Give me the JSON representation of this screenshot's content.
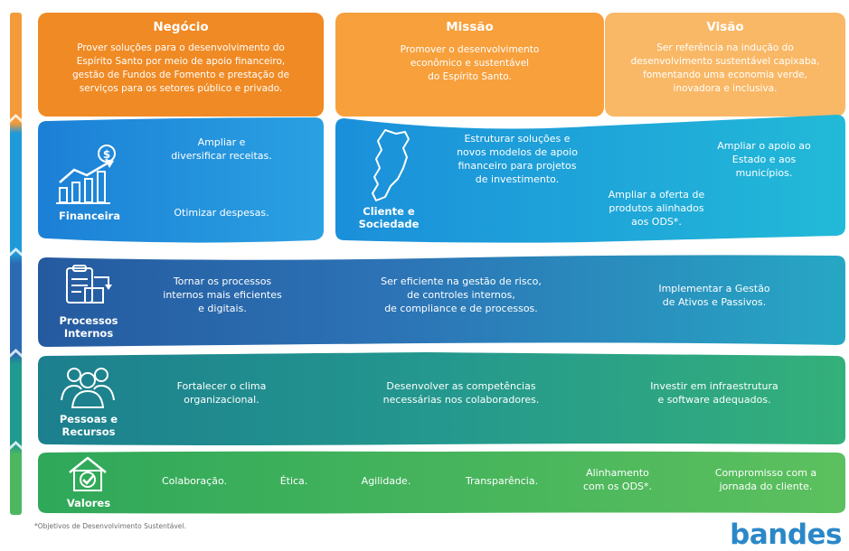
{
  "top": {
    "negocio": {
      "title": "Negócio",
      "text": "Prover soluções para o desenvolvimento do\nEspírito Santo por meio de apoio financeiro,\ngestão de Fundos de Fomento e prestação de\nserviços para os setores público e privado."
    },
    "missao": {
      "title": "Missão",
      "text": "Promover o desenvolvimento\neconômico e sustentável\ndo Espírito Santo."
    },
    "visao": {
      "title": "Visão",
      "text": "Ser referência na indução do\ndesenvolvimento sustentável capixaba,\nfomentando uma economia verde,\ninovadora e inclusiva."
    }
  },
  "financeira": {
    "label": "Financeira",
    "icon": "financial-chart-icon",
    "items": [
      "Ampliar e\ndiversificar receitas.",
      "Otimizar despesas."
    ]
  },
  "cliente": {
    "label": "Cliente e\nSociedade",
    "icon": "espirito-santo-map-icon",
    "items": [
      "Estruturar soluções e\nnovos modelos de apoio\nfinanceiro para projetos\nde investimento.",
      "Ampliar o apoio ao\nEstado e aos\nmunicípios.",
      "Ampliar a oferta de\nprodutos alinhados\naos ODS*."
    ]
  },
  "processos": {
    "label": "Processos\nInternos",
    "icon": "clipboard-process-icon",
    "items": [
      "Tornar os processos\ninternos mais eficientes\ne digitais.",
      "Ser eficiente na gestão de risco,\nde controles internos,\nde compliance e de processos.",
      "Implementar a Gestão\nde Ativos e Passivos."
    ]
  },
  "pessoas": {
    "label": "Pessoas e\nRecursos",
    "icon": "people-group-icon",
    "items": [
      "Fortalecer o clima\norganizacional.",
      "Desenvolver as competências\nnecessárias nos colaboradores.",
      "Investir em infraestrutura\ne software adequados."
    ]
  },
  "valores": {
    "label": "Valores",
    "icon": "house-check-icon",
    "items": [
      "Colaboração.",
      "Ética.",
      "Agilidade.",
      "Transparência.",
      "Alinhamento\ncom os ODS*.",
      "Compromisso com a\njornada do cliente."
    ]
  },
  "footnote": "*Objetivos de Desenvolvimento Sustentável.",
  "logo": "bandes",
  "colors": {
    "negocio": "#f08a24",
    "missao": "#f7a03c",
    "visao": "#f9b866",
    "financeira": "#1f8fdc",
    "cliente": "#1ba6dd",
    "processos": "#2a68b0",
    "pessoas": "#1f9a8e",
    "valores": "#3fb35d",
    "logo": "#2b88c8"
  }
}
